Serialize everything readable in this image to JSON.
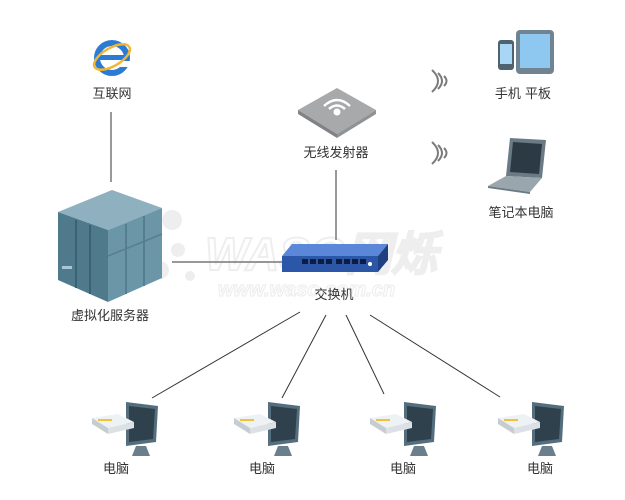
{
  "nodes": {
    "internet": {
      "label": "互联网"
    },
    "virtual_server": {
      "label": "虚拟化服务器"
    },
    "wireless_ap": {
      "label": "无线发射器"
    },
    "switch": {
      "label": "交换机"
    },
    "mobile": {
      "label": "手机  平板"
    },
    "laptop": {
      "label": "笔记本电脑"
    },
    "pcs": [
      {
        "label": "电脑"
      },
      {
        "label": "电脑"
      },
      {
        "label": "电脑"
      },
      {
        "label": "电脑"
      }
    ]
  },
  "watermark": {
    "text": "WASO网烁",
    "subtext": "www.waso.com.cn"
  },
  "colors": {
    "line": "#333333",
    "server": "#4f7a8c",
    "switch": "#2c57a8",
    "ie": "#2b7bd4",
    "monitor": "#546e7e"
  }
}
